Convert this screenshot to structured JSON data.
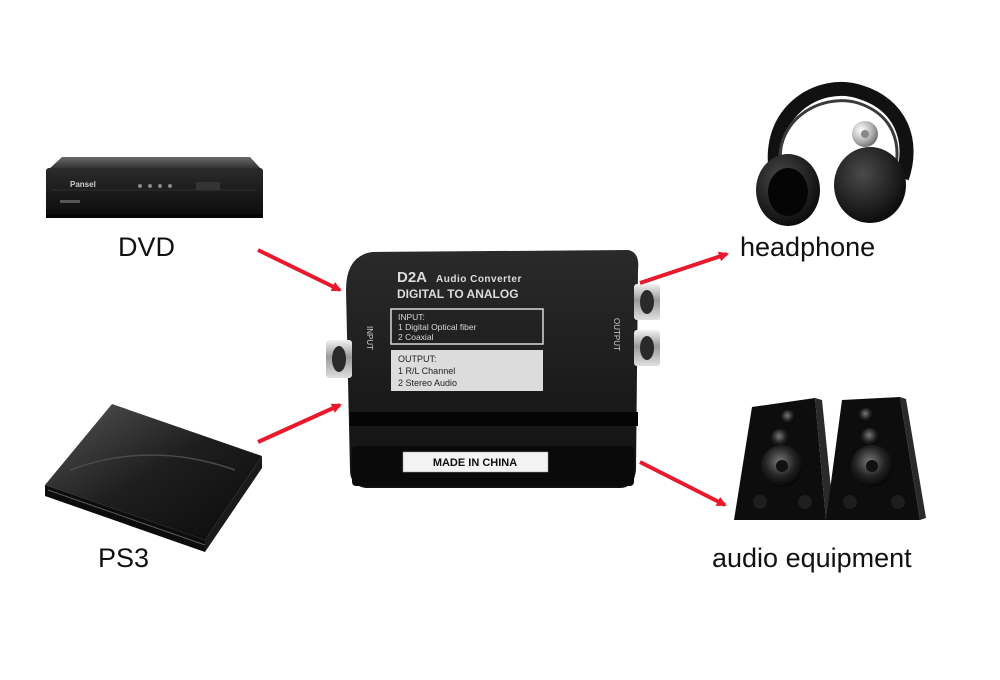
{
  "labels": {
    "dvd": "DVD",
    "ps3": "PS3",
    "headphone": "headphone",
    "audio_equipment": "audio equipment"
  },
  "dvd_device": {
    "brand": "Pansel"
  },
  "converter": {
    "title": "D2A",
    "subtitle": "Audio Converter",
    "line2": "DIGITAL TO ANALOG",
    "input_heading": "INPUT:",
    "input_items": [
      "1 Digital Optical fiber",
      "2 Coaxial"
    ],
    "output_heading": "OUTPUT:",
    "output_items": [
      "1 R/L Channel",
      "2 Stereo Audio"
    ],
    "side_input": "INPUT",
    "side_output": "OUTPUT",
    "made_in": "MADE IN CHINA"
  },
  "colors": {
    "arrow": "#e8192c",
    "device_body": "#1a1a1a",
    "label_bg": "#dcdcdc"
  }
}
